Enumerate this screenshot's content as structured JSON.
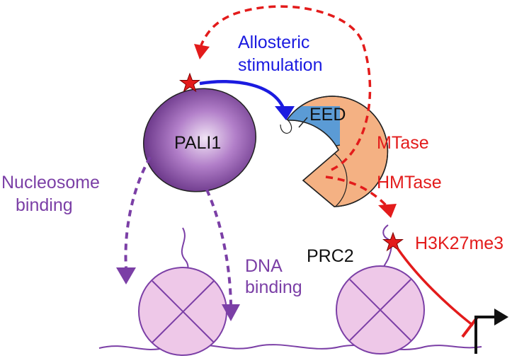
{
  "labels": {
    "allosteric": [
      "Allosteric",
      "stimulation"
    ],
    "eed": "EED",
    "pali1": "PALI1",
    "mtase": "MTase",
    "hmtase": "HMTase",
    "nucleosome_binding": [
      "Nucleosome",
      "binding"
    ],
    "dna_binding": [
      "DNA",
      "binding"
    ],
    "prc2": "PRC2",
    "h3k27me3": "H3K27me3"
  },
  "colors": {
    "purple_text": "#7b3fa6",
    "red": "#e31b1b",
    "blue": "#1b1be0",
    "eed_blue": "#5b9bd5",
    "prc2_orange": "#f4b183",
    "nucleosome": "#eec8e8",
    "pali1_dark": "#5e2a7e",
    "pali1_light": "#f1e4f5"
  },
  "icons": [
    "star-icon",
    "promoter-arrow-icon",
    "inhibition-bar-icon"
  ]
}
